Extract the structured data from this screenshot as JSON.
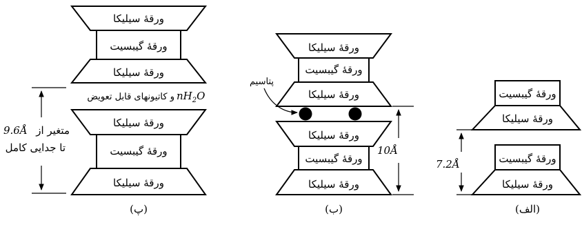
{
  "labels": {
    "silica": "ورقهٔ سیلیکا",
    "gibbsite": "ورقهٔ گیبسیت",
    "potassium": "پتاسیم",
    "cations_text": "و کاتیونهای قابل تعویض",
    "nh2o": "nH",
    "nh2o_sub": "2",
    "nh2o_o": "O",
    "variable_line1": "متغیر از",
    "variable_value": "9.6",
    "variable_line2": "تا جدایی کامل",
    "angstrom": "Å",
    "ten": "10",
    "seven_two": "7.2"
  },
  "captions": {
    "left": "(پ)",
    "middle": "(ب)",
    "right": "(الف)"
  }
}
